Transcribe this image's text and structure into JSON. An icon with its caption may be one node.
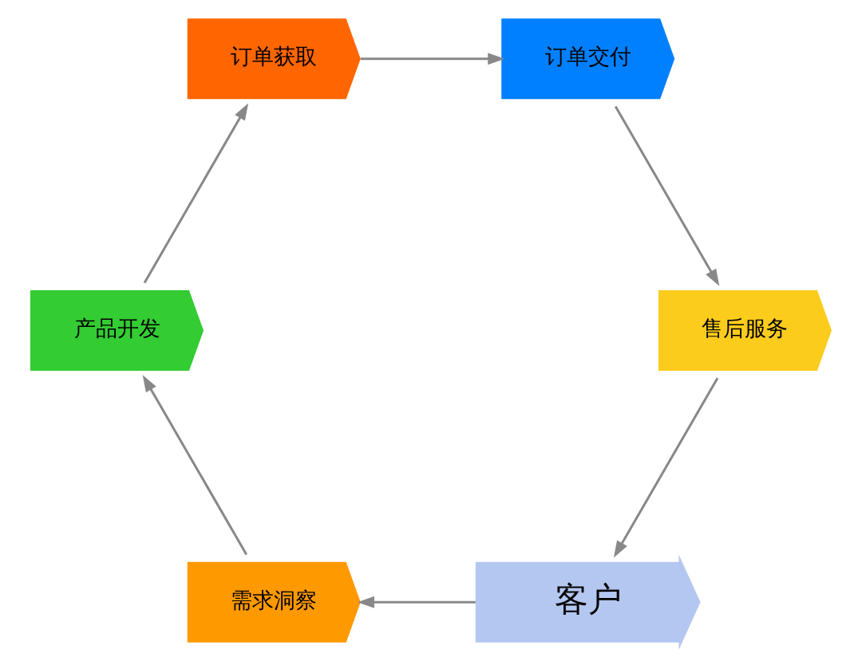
{
  "diagram": {
    "nodes": [
      {
        "text": [
          "客户"
        ]
      },
      {
        "text": [
          "需求洞察"
        ]
      },
      {
        "text": [
          "产品开发"
        ]
      },
      {
        "text": [
          "订单获取"
        ]
      },
      {
        "text": [
          "订单交付"
        ]
      },
      {
        "text": [
          "售后服务"
        ]
      }
    ],
    "edges": [
      {
        "from": 0,
        "to": 1,
        "arrow": "to"
      },
      {
        "from": 1,
        "to": 2,
        "arrow": "to"
      },
      {
        "from": 2,
        "to": 3,
        "arrow": "to"
      },
      {
        "from": 3,
        "to": 4,
        "arrow": "to"
      },
      {
        "from": 4,
        "to": 5,
        "arrow": "to"
      },
      {
        "from": 5,
        "to": 0,
        "arrow": "to"
      }
    ]
  }
}
